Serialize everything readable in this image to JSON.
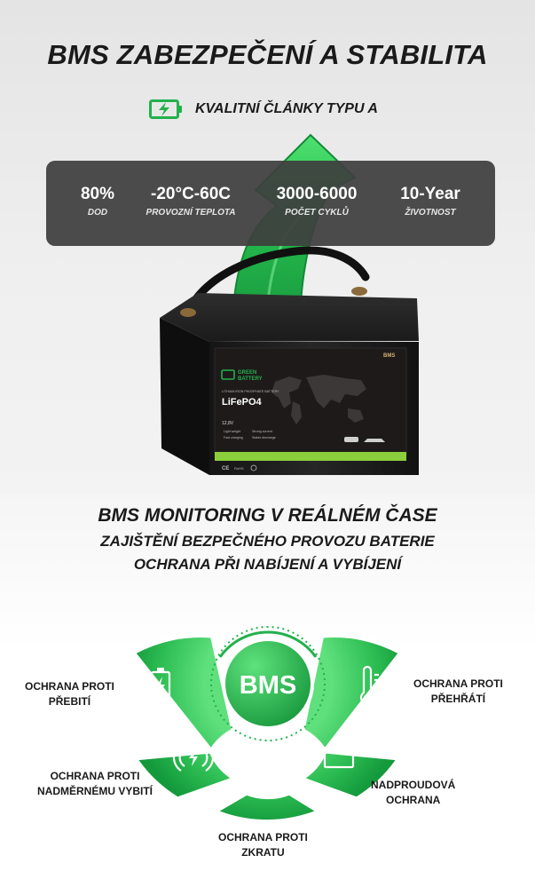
{
  "header": {
    "title": "BMS ZABEZPEČENÍ A STABILITA",
    "quality_text": "KVALITNÍ ČLÁNKY TYPU A"
  },
  "stats": [
    {
      "value": "80%",
      "label": "DOD"
    },
    {
      "value": "-20°C-60C",
      "label": "PROVOZNÍ TEPLOTA"
    },
    {
      "value": "3000-6000",
      "label": "POČET CYKLŮ"
    },
    {
      "value": "10-Year",
      "label": "ŽIVOTNOST"
    }
  ],
  "battery": {
    "brand_line1": "GREEN",
    "brand_line2": "BATTERY",
    "tag": "BMS",
    "subtitle": "LITHIUM IRON PHOSPHATE BATTERY",
    "chemistry": "LiFePO4",
    "voltage": "12,8V",
    "features": [
      "Light weight",
      "Fast charging",
      "Strong current",
      "Stable discharge"
    ],
    "marks": [
      "CE",
      "RoHS"
    ]
  },
  "monitoring": {
    "title": "BMS MONITORING V REÁLNÉM ČASE",
    "subtitle1": "ZAJIŠTĚNÍ BEZPEČNÉHO PROVOZU BATERIE",
    "subtitle2": "OCHRANA PŘI NABÍJENÍ A VYBÍJENÍ",
    "center": "BMS",
    "items": [
      {
        "line1": "OCHRANA PROTI",
        "line2": "PŘEBITÍ",
        "icon": "battery-charge-icon"
      },
      {
        "line1": "OCHRANA PROTI",
        "line2": "NADMĚRNÉMU VYBITÍ",
        "icon": "wireless-charge-icon"
      },
      {
        "line1": "OCHRANA PROTI",
        "line2": "ZKRATU",
        "icon": "short-circuit-icon"
      },
      {
        "line1": "NADPROUDOVÁ",
        "line2": "OCHRANA",
        "icon": "battery-terminals-icon"
      },
      {
        "line1": "OCHRANA PROTI",
        "line2": "PŘEHŘÁTÍ",
        "icon": "thermometer-icon"
      }
    ]
  },
  "colors": {
    "green": "#22b14c",
    "green_dark": "#128a37",
    "bar": "#3e3e3e"
  }
}
